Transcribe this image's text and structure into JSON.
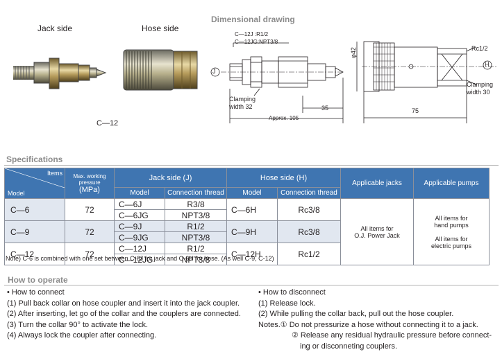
{
  "photos": {
    "jack_side_label": "Jack side",
    "hose_side_label": "Hose side",
    "model_caption": "C—12"
  },
  "drawing": {
    "title": "Dimensional drawing",
    "callout1": "C—12J  :R1/2",
    "callout2": "C—12JG:NPT3/8",
    "j_marker": "J",
    "h_marker": "H",
    "clamping1": "Clamping",
    "clamping1_width": "width 32",
    "dim_35": "35",
    "approx": "Approx. 105",
    "phi": "φ42",
    "rc": "Rc1/2",
    "clamping2": "Clamping",
    "clamping2_width": "width 30",
    "dim_75": "75"
  },
  "specs": {
    "title": "Specifications",
    "headers": {
      "items": "Items",
      "model": "Model",
      "max_pressure": "Max. working pressure",
      "mpa": "(MPa)",
      "jack_side": "Jack side (J)",
      "hose_side": "Hose side (H)",
      "jack_model": "Model",
      "jack_thread": "Connection thread",
      "hose_model": "Model",
      "hose_thread": "Connection thread",
      "applicable_jacks": "Applicable jacks",
      "applicable_pumps": "Applicable pumps"
    },
    "rows": [
      {
        "model": "C—6",
        "pressure": "72",
        "jack1": "C—6J",
        "thread1": "R3/8",
        "jack2": "C—6JG",
        "thread2": "NPT3/8",
        "hose": "C—6H",
        "hose_thread": "Rc3/8"
      },
      {
        "model": "C—9",
        "pressure": "72",
        "jack1": "C—9J",
        "thread1": "R1/2",
        "jack2": "C—9JG",
        "thread2": "NPT3/8",
        "hose": "C—9H",
        "hose_thread": "Rc3/8"
      },
      {
        "model": "C—12",
        "pressure": "72",
        "jack1": "C—12J",
        "thread1": "R1/2",
        "jack2": "C—12JG",
        "thread2": "NPT3/8",
        "hose": "C—12H",
        "hose_thread": "Rc1/2"
      }
    ],
    "jacks_line1": "All items for",
    "jacks_line2": "O.J. Power Jack",
    "pumps_line1": "All items for",
    "pumps_line2": "hand pumps",
    "pumps_line3": "All items for",
    "pumps_line4": "electric pumps",
    "note": "Note) C-6 is combined with one set between C-6J for jack and C-6H for hose. (As well C-9, C-12)"
  },
  "howto": {
    "title": "How to operate",
    "connect": [
      "• How to connect",
      "(1) Pull back collar on hose coupler and insert it into the jack coupler.",
      "(2) After inserting, let go of the collar and the couplers are connected.",
      "(3) Turn the collar 90° to activate the lock.",
      "(4) Always lock the coupler after connecting."
    ],
    "disconnect": [
      "• How to disconnect",
      "(1) Release lock.",
      "(2) While pulling the collar back, pull out the hose coupler.",
      "Notes.① Do not pressurize a hose without connecting it to a jack.",
      "② Release any residual hydraulic pressure before connect-",
      "ing or disconneting couplers."
    ]
  }
}
